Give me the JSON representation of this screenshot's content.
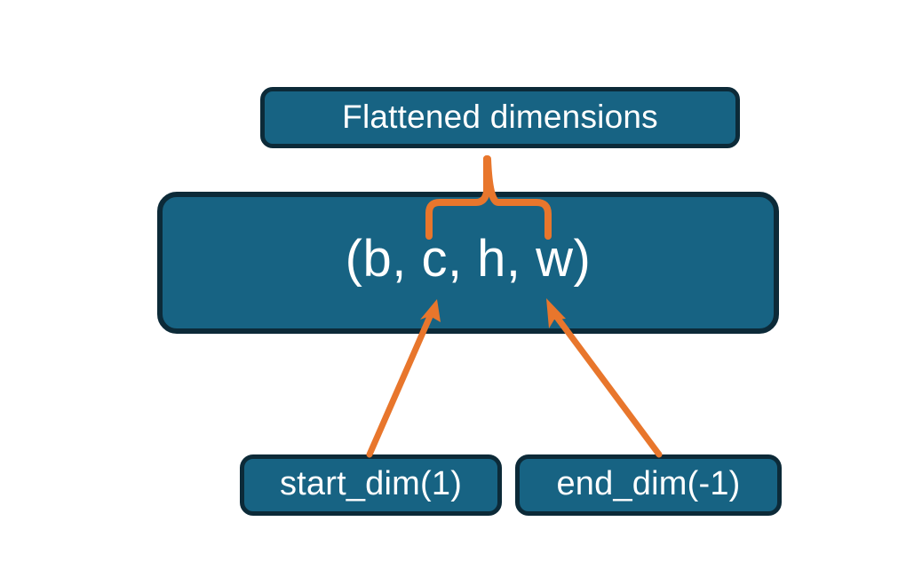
{
  "diagram": {
    "title_node": {
      "label": "Flattened dimensions"
    },
    "shape_node": {
      "label": "(b, c, h, w)"
    },
    "start_node": {
      "label": "start_dim(1)"
    },
    "end_node": {
      "label": "end_dim(-1)"
    },
    "connectors": {
      "brace": "curly-brace-connector",
      "left_arrow": "start-dim-arrow",
      "right_arrow": "end-dim-arrow"
    },
    "colors": {
      "node_fill": "#176383",
      "node_border": "#0c2a38",
      "node_text": "#ffffff",
      "connector": "#e8762c",
      "background": "#ffffff"
    }
  }
}
